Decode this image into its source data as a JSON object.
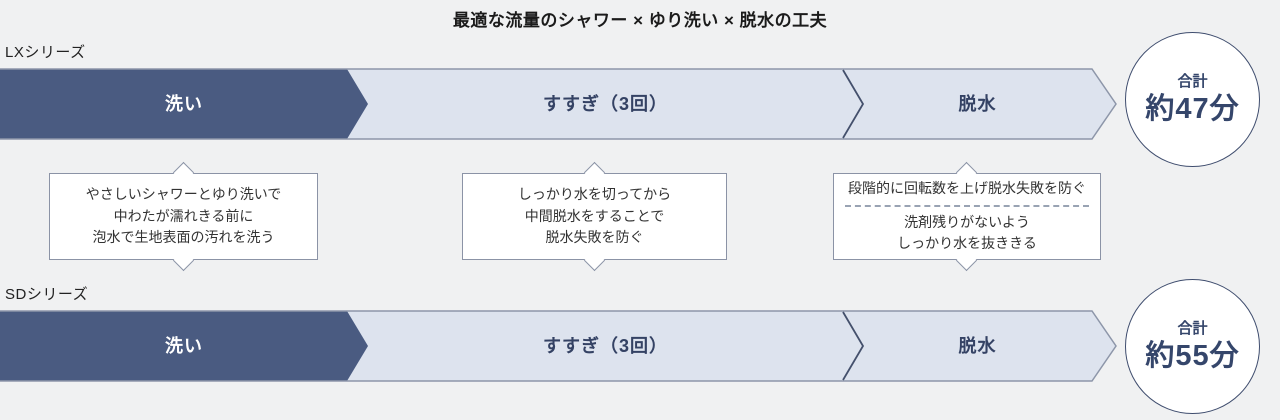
{
  "title": "最適な流量のシャワー × ゆり洗い × 脱水の工夫",
  "colors": {
    "background": "#f0f1f2",
    "wash_arrow": "#4a5b81",
    "bar_fill": "#dde3ee",
    "bar_border": "#8d96a9",
    "navy_text": "#344264",
    "badge_text": "#35466b"
  },
  "rows": [
    {
      "series_label": "LXシリーズ",
      "phases": [
        {
          "label": "洗い"
        },
        {
          "label": "すすぎ（3回）"
        },
        {
          "label": "脱水"
        }
      ],
      "total": {
        "prefix": "合計",
        "value": "約47分"
      }
    },
    {
      "series_label": "SDシリーズ",
      "phases": [
        {
          "label": "洗い"
        },
        {
          "label": "すすぎ（3回）"
        },
        {
          "label": "脱水"
        }
      ],
      "total": {
        "prefix": "合計",
        "value": "約55分"
      }
    }
  ],
  "callouts": [
    {
      "lines": [
        "やさしいシャワーとゆり洗いで",
        "中わたが濡れきる前に",
        "泡水で生地表面の汚れを洗う"
      ]
    },
    {
      "lines": [
        "しっかり水を切ってから",
        "中間脱水をすることで",
        "脱水失敗を防ぐ"
      ]
    },
    {
      "top_lines": [
        "段階的に回転数を上げ脱水失敗を防ぐ"
      ],
      "bottom_lines": [
        "洗剤残りがないよう",
        "しっかり水を抜ききる"
      ]
    }
  ]
}
